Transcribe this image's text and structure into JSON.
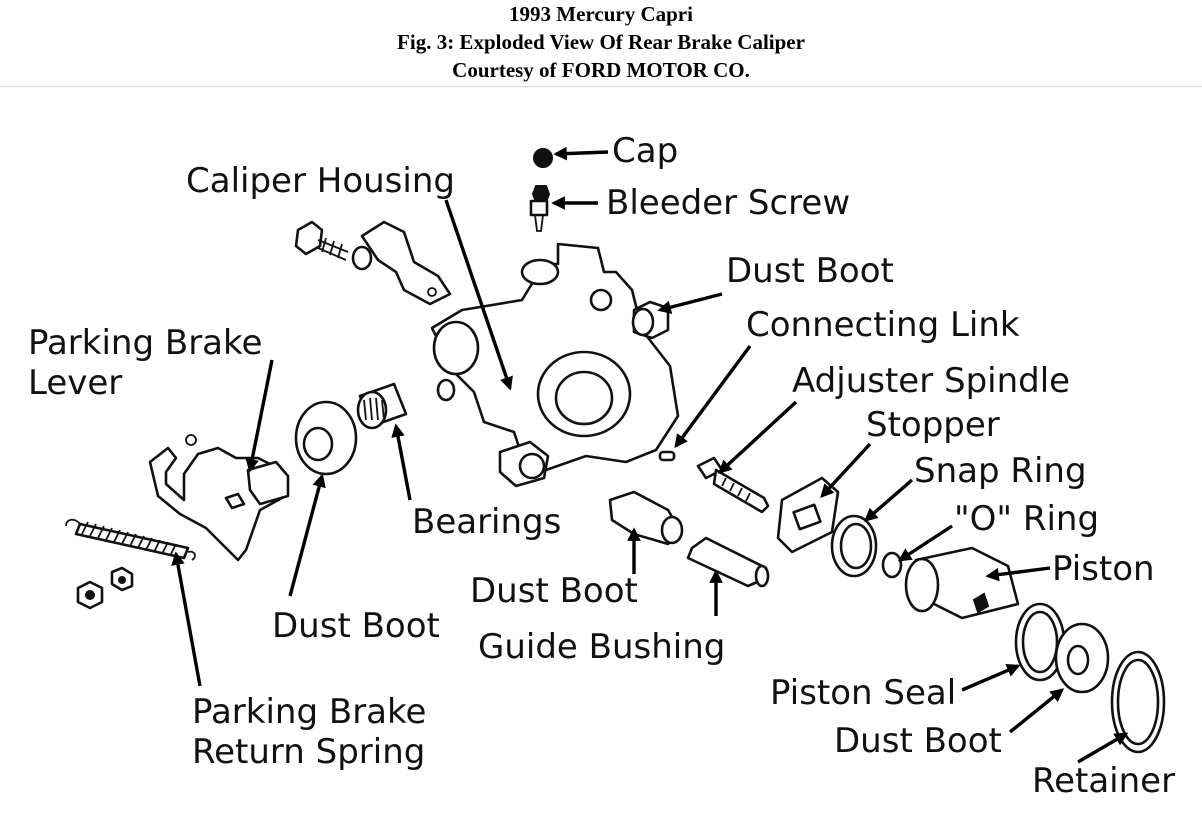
{
  "header": {
    "line1": "1993 Mercury Capri",
    "line2": "Fig. 3: Exploded View Of Rear Brake Caliper",
    "line3": "Courtesy of FORD MOTOR CO."
  },
  "labels": {
    "cap": "Cap",
    "bleeder_screw": "Bleeder Screw",
    "caliper_housing": "Caliper Housing",
    "dust_boot_top": "Dust Boot",
    "connecting_link": "Connecting Link",
    "parking_brake_lever_1": "Parking Brake",
    "parking_brake_lever_2": "Lever",
    "adjuster_spindle": "Adjuster Spindle",
    "stopper": "Stopper",
    "snap_ring": "Snap Ring",
    "o_ring": "\"O\" Ring",
    "bearings": "Bearings",
    "piston": "Piston",
    "dust_boot_center": "Dust Boot",
    "dust_boot_left": "Dust Boot",
    "guide_bushing": "Guide Bushing",
    "piston_seal": "Piston Seal",
    "return_spring_1": "Parking Brake",
    "return_spring_2": "Return Spring",
    "dust_boot_bottom": "Dust Boot",
    "retainer": "Retainer"
  }
}
